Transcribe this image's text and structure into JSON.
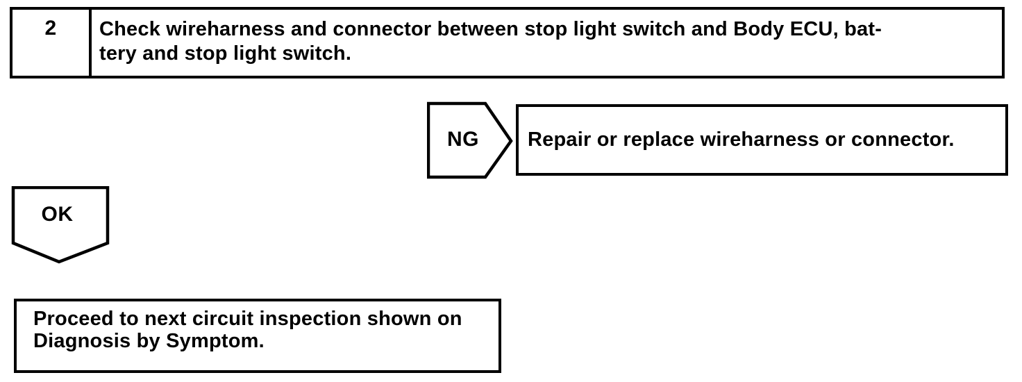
{
  "page": {
    "background_color": "#ffffff",
    "ink_color": "#000000"
  },
  "flowchart": {
    "step_box": {
      "number": "2",
      "instruction_lines": [
        "Check wireharness and connector between stop light switch and Body ECU, bat-",
        "tery and stop light switch."
      ]
    },
    "ng_branch": {
      "connector_label": "NG",
      "result_text": "Repair or replace wireharness or connector."
    },
    "ok_branch": {
      "connector_label": "OK",
      "result_lines": [
        "Proceed to next circuit inspection shown on",
        "Diagnosis by Symptom."
      ]
    }
  }
}
